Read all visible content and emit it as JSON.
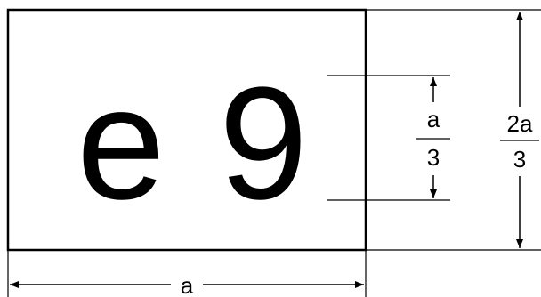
{
  "mark": {
    "letter": "e",
    "digit": "9"
  },
  "dimensions": {
    "width": "a",
    "char_height_numerator": "a",
    "char_height_denominator": "3",
    "box_height_numerator": "2a",
    "box_height_denominator": "3"
  },
  "colors": {
    "stroke": "#000000",
    "background": "#ffffff"
  }
}
